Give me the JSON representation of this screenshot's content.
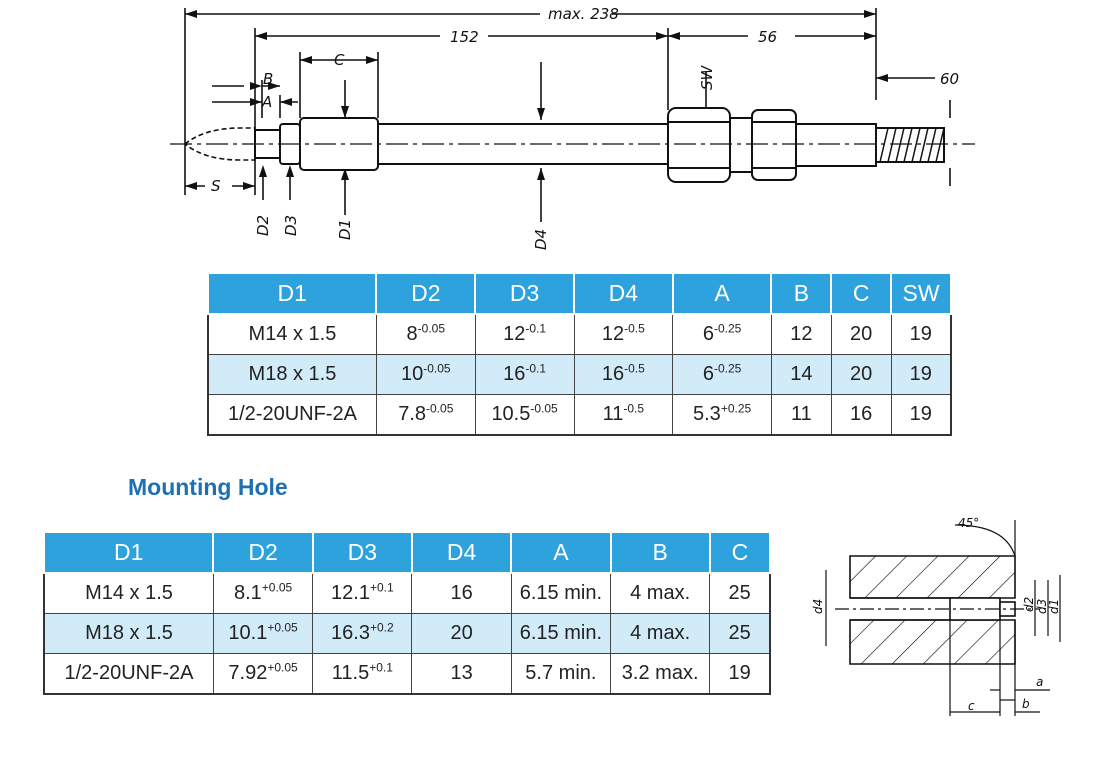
{
  "drawing": {
    "labels": {
      "max": "max. 238",
      "l152": "152",
      "l56": "56",
      "l60": "60",
      "c": "C",
      "b": "B",
      "a": "A",
      "s": "S",
      "sw": "SW",
      "d1": "D1",
      "d2": "D2",
      "d3": "D3",
      "d4": "D4"
    }
  },
  "hole_drawing": {
    "labels": {
      "angle": "45°",
      "d4": "d4",
      "d2": "d2",
      "d3": "d3",
      "d1": "d1",
      "a": "a",
      "b": "b",
      "c": "c"
    }
  },
  "table1": {
    "headers": [
      "D1",
      "D2",
      "D3",
      "D4",
      "A",
      "B",
      "C",
      "SW"
    ],
    "rows": [
      [
        {
          "v": "M14 x 1.5",
          "s": ""
        },
        {
          "v": "8",
          "s": "-0.05"
        },
        {
          "v": "12",
          "s": "-0.1"
        },
        {
          "v": "12",
          "s": "-0.5"
        },
        {
          "v": "6",
          "s": "-0.25"
        },
        {
          "v": "12",
          "s": ""
        },
        {
          "v": "20",
          "s": ""
        },
        {
          "v": "19",
          "s": ""
        }
      ],
      [
        {
          "v": "M18 x 1.5",
          "s": ""
        },
        {
          "v": "10",
          "s": "-0.05"
        },
        {
          "v": "16",
          "s": "-0.1"
        },
        {
          "v": "16",
          "s": "-0.5"
        },
        {
          "v": "6",
          "s": "-0.25"
        },
        {
          "v": "14",
          "s": ""
        },
        {
          "v": "20",
          "s": ""
        },
        {
          "v": "19",
          "s": ""
        }
      ],
      [
        {
          "v": "1/2-20UNF-2A",
          "s": ""
        },
        {
          "v": "7.8",
          "s": "-0.05"
        },
        {
          "v": "10.5",
          "s": "-0.05"
        },
        {
          "v": "11",
          "s": "-0.5"
        },
        {
          "v": "5.3",
          "s": "+0.25"
        },
        {
          "v": "11",
          "s": ""
        },
        {
          "v": "16",
          "s": ""
        },
        {
          "v": "19",
          "s": ""
        }
      ]
    ]
  },
  "section_heading": "Mounting Hole",
  "table2": {
    "headers": [
      "D1",
      "D2",
      "D3",
      "D4",
      "A",
      "B",
      "C"
    ],
    "rows": [
      [
        {
          "v": "M14 x 1.5",
          "s": ""
        },
        {
          "v": "8.1",
          "s": "+0.05"
        },
        {
          "v": "12.1",
          "s": "+0.1"
        },
        {
          "v": "16",
          "s": ""
        },
        {
          "v": "6.15 min.",
          "s": ""
        },
        {
          "v": "4 max.",
          "s": ""
        },
        {
          "v": "25",
          "s": ""
        }
      ],
      [
        {
          "v": "M18 x 1.5",
          "s": ""
        },
        {
          "v": "10.1",
          "s": "+0.05"
        },
        {
          "v": "16.3",
          "s": "+0.2"
        },
        {
          "v": "20",
          "s": ""
        },
        {
          "v": "6.15 min.",
          "s": ""
        },
        {
          "v": "4 max.",
          "s": ""
        },
        {
          "v": "25",
          "s": ""
        }
      ],
      [
        {
          "v": "1/2-20UNF-2A",
          "s": ""
        },
        {
          "v": "7.92",
          "s": "+0.05"
        },
        {
          "v": "11.5",
          "s": "+0.1"
        },
        {
          "v": "13",
          "s": ""
        },
        {
          "v": "5.7 min.",
          "s": ""
        },
        {
          "v": "3.2 max.",
          "s": ""
        },
        {
          "v": "19",
          "s": ""
        }
      ]
    ]
  }
}
